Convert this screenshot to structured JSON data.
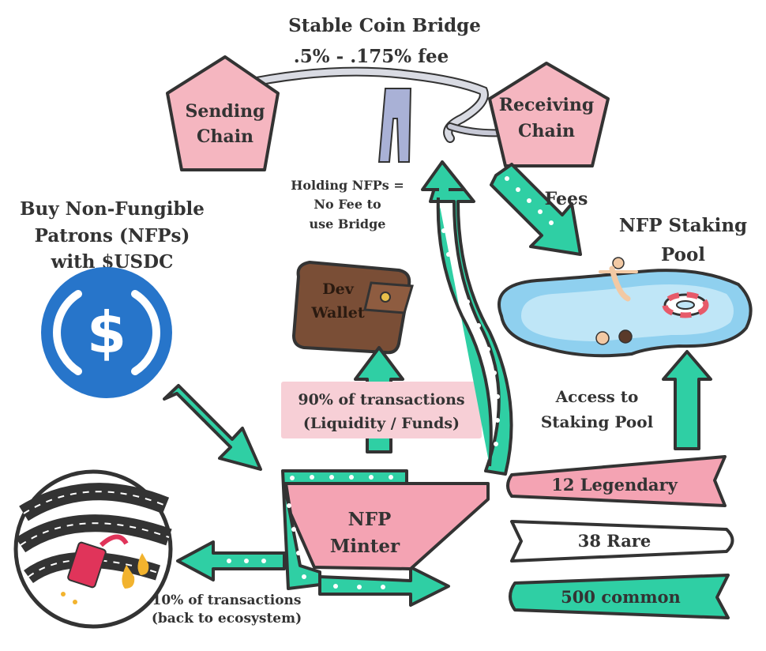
{
  "title": {
    "line1": "Stable Coin Bridge",
    "line2": ".5% - .175% fee"
  },
  "sending_chain": {
    "line1": "Sending",
    "line2": "Chain"
  },
  "receiving_chain": {
    "line1": "Receiving",
    "line2": "Chain"
  },
  "holding": {
    "line1": "Holding NFPs =",
    "line2": "No Fee to",
    "line3": "use Bridge"
  },
  "fees_label": "Fees",
  "staking_pool": {
    "line1": "NFP Staking",
    "line2": "Pool"
  },
  "buy": {
    "line1": "Buy Non-Fungible",
    "line2": "Patrons (NFPs)",
    "line3": "with $USDC"
  },
  "usdc_symbol": "$",
  "dev_wallet": {
    "line1": "Dev",
    "line2": "Wallet"
  },
  "ninety": {
    "line1": "90% of transactions",
    "line2": "(Liquidity / Funds)"
  },
  "access": {
    "line1": "Access to",
    "line2": "Staking Pool"
  },
  "minter": {
    "line1": "NFP",
    "line2": "Minter"
  },
  "tiers": {
    "legendary": "12 Legendary",
    "rare": "38 Rare",
    "common": "500 common"
  },
  "ten": {
    "line1": "10% of transactions",
    "line2": "(back to ecosystem)"
  },
  "colors": {
    "teal": "#2fcfa4",
    "pink": "#f4a3b3",
    "blue": "#2775ca",
    "outline": "#333333",
    "wallet": "#7a4e36"
  },
  "icons": [
    "usdc-coin-icon",
    "wallet-icon",
    "fuel-pump-icon",
    "swimming-pool-icon",
    "bridge-icon"
  ]
}
